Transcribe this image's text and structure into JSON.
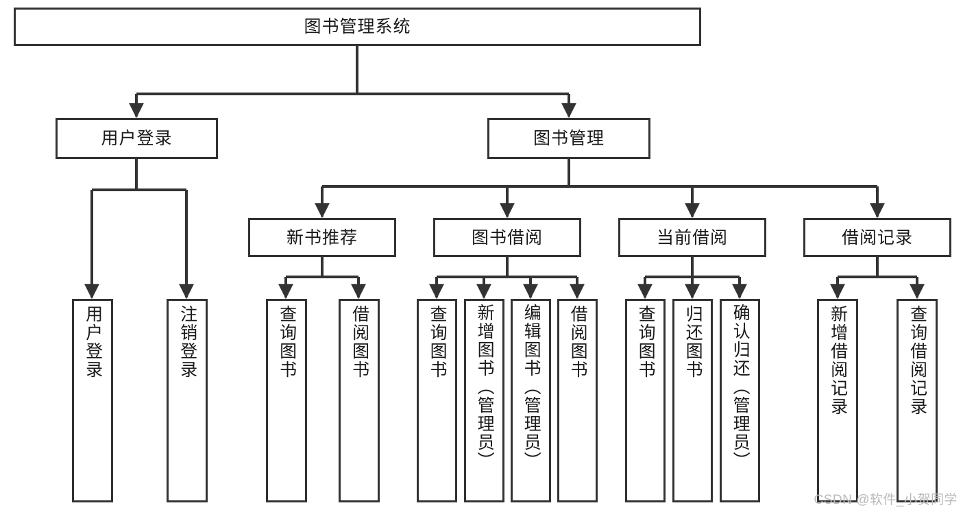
{
  "diagram": {
    "title": "图书管理系统",
    "type": "hierarchy-tree",
    "colors": {
      "box_border": "#333333",
      "box_fill": "#ffffff",
      "edge": "#333333",
      "text": "#1a1a1a",
      "watermark": "#b9b9b9",
      "background": "#ffffff"
    },
    "root": {
      "id": "root",
      "label": "图书管理系统"
    },
    "level1": [
      {
        "id": "user-login",
        "label": "用户登录"
      },
      {
        "id": "book-manage",
        "label": "图书管理"
      }
    ],
    "level2": [
      {
        "id": "new-book-recommend",
        "label": "新书推荐",
        "parent": "book-manage"
      },
      {
        "id": "book-borrow",
        "label": "图书借阅",
        "parent": "book-manage"
      },
      {
        "id": "current-borrow",
        "label": "当前借阅",
        "parent": "book-manage"
      },
      {
        "id": "borrow-record",
        "label": "借阅记录",
        "parent": "book-manage"
      }
    ],
    "leaves": [
      {
        "id": "leaf-user-login",
        "label": "用户登录",
        "parent": "user-login"
      },
      {
        "id": "leaf-logout",
        "label": "注销登录",
        "parent": "user-login"
      },
      {
        "id": "leaf-query-book-1",
        "label": "查询图书",
        "parent": "new-book-recommend"
      },
      {
        "id": "leaf-borrow-book-1",
        "label": "借阅图书",
        "parent": "new-book-recommend"
      },
      {
        "id": "leaf-query-book-2",
        "label": "查询图书",
        "parent": "book-borrow"
      },
      {
        "id": "leaf-add-book",
        "label": "新增图书（管理员）",
        "parent": "book-borrow"
      },
      {
        "id": "leaf-edit-book",
        "label": "编辑图书（管理员）",
        "parent": "book-borrow"
      },
      {
        "id": "leaf-borrow-book-2",
        "label": "借阅图书",
        "parent": "book-borrow"
      },
      {
        "id": "leaf-query-book-3",
        "label": "查询图书",
        "parent": "current-borrow"
      },
      {
        "id": "leaf-return-book",
        "label": "归还图书",
        "parent": "current-borrow"
      },
      {
        "id": "leaf-confirm-return",
        "label": "确认归还（管理员）",
        "parent": "current-borrow"
      },
      {
        "id": "leaf-add-record",
        "label": "新增借阅记录",
        "parent": "borrow-record"
      },
      {
        "id": "leaf-query-record",
        "label": "查询借阅记录",
        "parent": "borrow-record"
      }
    ],
    "watermark": "CSDN @软件_小贺同学"
  }
}
